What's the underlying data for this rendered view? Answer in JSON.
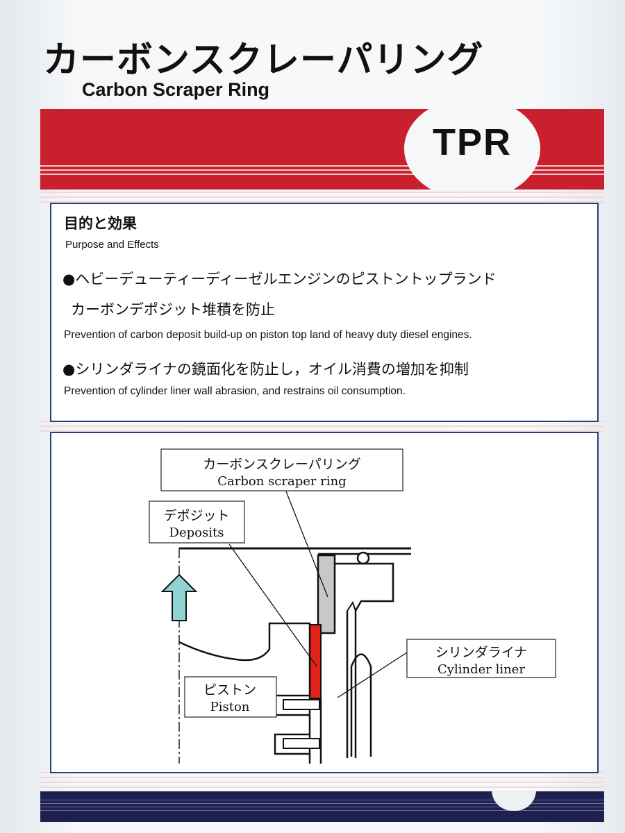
{
  "header": {
    "title_jp": "カーボンスクレーパリング",
    "title_en": "Carbon Scraper Ring",
    "logo_text": "TPR",
    "accent_color": "#c8202c",
    "navy_color": "#2c3d78"
  },
  "purpose": {
    "heading_jp": "目的と効果",
    "heading_en": "Purpose and Effects",
    "items": [
      {
        "text_jp_line1": "●ヘビーデューティーディーゼルエンジンのピストントップランド",
        "text_jp_line2": "カーボンデポジット堆積を防止",
        "text_en": "Prevention of carbon deposit build-up on piston top land of heavy duty diesel engines."
      },
      {
        "text_jp_line1": "●シリンダライナの鏡面化を防止し，オイル消費の増加を抑制",
        "text_en": "Prevention of cylinder liner wall abrasion, and restrains oil consumption."
      }
    ]
  },
  "diagram": {
    "labels": {
      "scraper_jp": "カーボンスクレーパリング",
      "scraper_en": "Carbon scraper ring",
      "deposit_jp": "デポジット",
      "deposit_en": "Deposits",
      "liner_jp": "シリンダライナ",
      "liner_en": "Cylinder liner",
      "piston_jp": "ピストン",
      "piston_en": "Piston"
    },
    "icons": {
      "arrow": "up-arrow-icon"
    },
    "colors": {
      "deposit": "#e2231a",
      "ring": "#c8c8c8",
      "arrow": "#8fd3d3"
    }
  }
}
